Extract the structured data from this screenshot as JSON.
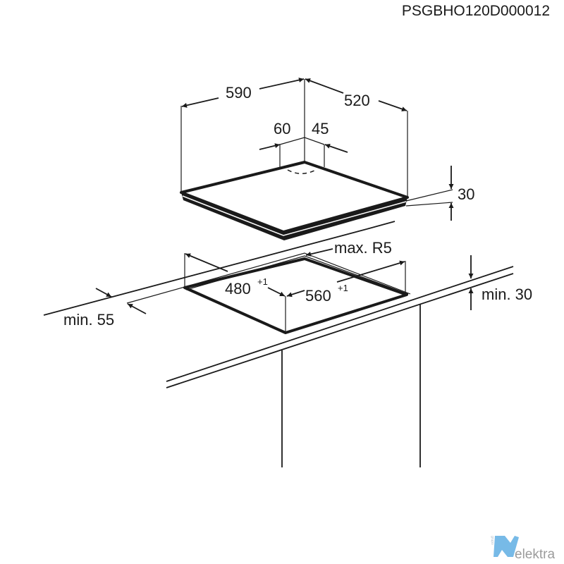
{
  "document_code": "PSGBHO120D000012",
  "hob_dimensions": {
    "width": "590",
    "depth": "520",
    "left_offset": "60",
    "right_offset": "45",
    "height": "30"
  },
  "cutout_dimensions": {
    "max_radius": "max. R5",
    "width": "560",
    "width_tolerance": "+1",
    "depth": "480",
    "depth_tolerance": "+1",
    "min_front_distance": "min. 55",
    "min_worktop_thickness": "min. 30"
  },
  "watermark": {
    "brand": "elektra",
    "small_text": "grupo",
    "color": "#4aa3df"
  }
}
